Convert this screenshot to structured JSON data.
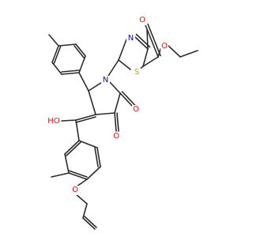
{
  "molecule": {
    "atom_labels": {
      "thiazole_sulfur": "S",
      "thiazole_nitrogen": "N",
      "ester_carbonyl_oxygen": "O",
      "ester_ether_oxygen": "O",
      "pyrrolidine_nitrogen": "N",
      "lactam_oxygen": "O",
      "ketone_oxygen": "O",
      "hydroxyl": "HO",
      "allyl_ether_oxygen": "O"
    },
    "colors": {
      "bond": "#2b2b2b",
      "oxygen": "#ff0000",
      "nitrogen": "#0000ff",
      "sulfur": "#c8a000"
    }
  }
}
